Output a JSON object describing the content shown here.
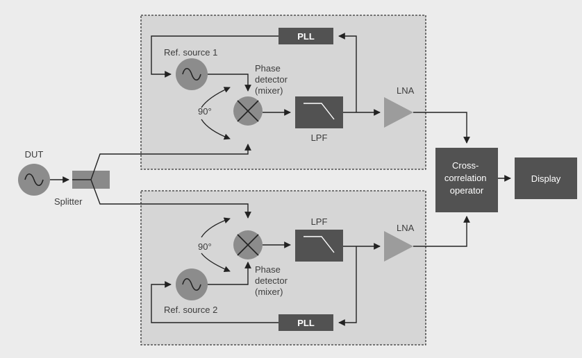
{
  "labels": {
    "pll_top": "PLL",
    "pll_bottom": "PLL",
    "ref_source_1": "Ref. source 1",
    "ref_source_2": "Ref. source 2",
    "phase_detector_top": [
      "Phase",
      "detector",
      "(mixer)"
    ],
    "phase_detector_bottom": [
      "Phase",
      "detector",
      "(mixer)"
    ],
    "angle_top": "90°",
    "angle_bottom": "90°",
    "lpf_top": "LPF",
    "lpf_bottom": "LPF",
    "lna_top": "LNA",
    "lna_bottom": "LNA",
    "dut": "DUT",
    "splitter": "Splitter",
    "cross_correlation": [
      "Cross-",
      "correlation",
      "operator"
    ],
    "display": "Display"
  },
  "colors": {
    "background": "#ececec",
    "panel": "#d6d6d6",
    "dark_block": "#525252",
    "source_circle": "#8c8c8c",
    "splitter": "#8a8a8a",
    "lna": "#9c9c9c",
    "line": "#222222"
  }
}
